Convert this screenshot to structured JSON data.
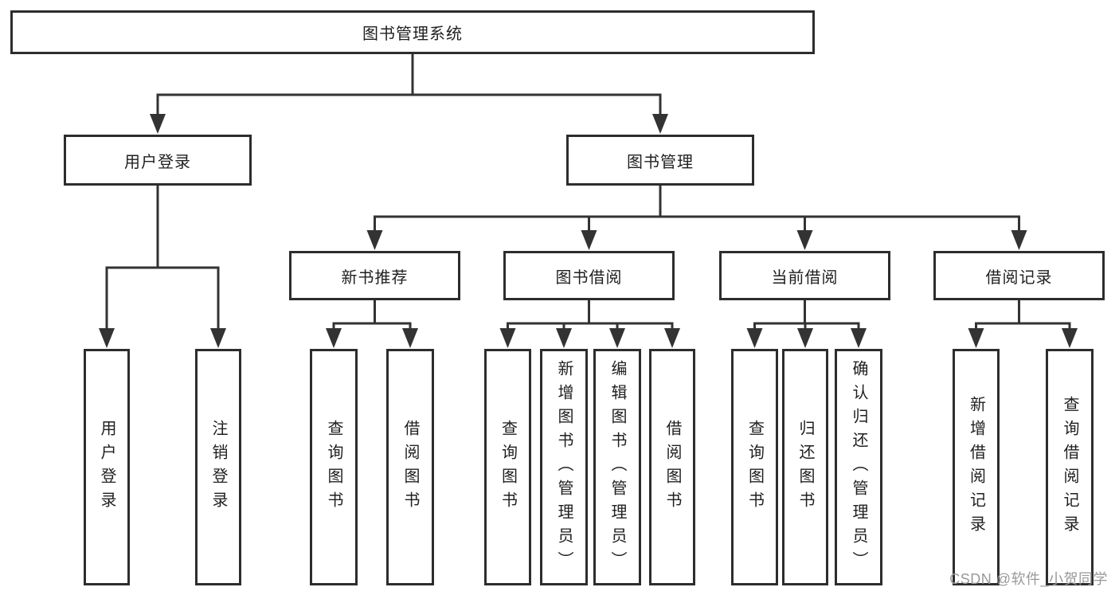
{
  "diagram": {
    "colors": {
      "background": "#ffffff",
      "line": "#333333",
      "box_border": "#2d2d2d",
      "text": "#1f1f1f",
      "watermark": "#999999"
    },
    "nodes": [
      {
        "id": "root",
        "label": "图书管理系统"
      },
      {
        "id": "user-login",
        "label": "用户登录"
      },
      {
        "id": "book-mgmt",
        "label": "图书管理"
      },
      {
        "id": "new-book-rec",
        "label": "新书推荐"
      },
      {
        "id": "book-borrow",
        "label": "图书借阅"
      },
      {
        "id": "current-borrow",
        "label": "当前借阅"
      },
      {
        "id": "borrow-record",
        "label": "借阅记录"
      },
      {
        "id": "leaf-user-login",
        "label": "用户登录"
      },
      {
        "id": "leaf-logout",
        "label": "注销登录"
      },
      {
        "id": "leaf-query-book-1",
        "label": "查询图书"
      },
      {
        "id": "leaf-borrow-book-1",
        "label": "借阅图书"
      },
      {
        "id": "leaf-query-book-2",
        "label": "查询图书"
      },
      {
        "id": "leaf-add-book",
        "label": "新增图书（管理员）"
      },
      {
        "id": "leaf-edit-book",
        "label": "编辑图书（管理员）"
      },
      {
        "id": "leaf-borrow-book-2",
        "label": "借阅图书"
      },
      {
        "id": "leaf-query-book-3",
        "label": "查询图书"
      },
      {
        "id": "leaf-return-book",
        "label": "归还图书"
      },
      {
        "id": "leaf-confirm-return",
        "label": "确认归还（管理员）"
      },
      {
        "id": "leaf-add-record",
        "label": "新增借阅记录"
      },
      {
        "id": "leaf-query-record",
        "label": "查询借阅记录"
      }
    ],
    "edges": [
      {
        "parent": "root",
        "children": [
          "user-login",
          "book-mgmt"
        ]
      },
      {
        "parent": "user-login",
        "children": [
          "leaf-user-login",
          "leaf-logout"
        ]
      },
      {
        "parent": "book-mgmt",
        "children": [
          "new-book-rec",
          "book-borrow",
          "current-borrow",
          "borrow-record"
        ]
      },
      {
        "parent": "new-book-rec",
        "children": [
          "leaf-query-book-1",
          "leaf-borrow-book-1"
        ]
      },
      {
        "parent": "book-borrow",
        "children": [
          "leaf-query-book-2",
          "leaf-add-book",
          "leaf-edit-book",
          "leaf-borrow-book-2"
        ]
      },
      {
        "parent": "current-borrow",
        "children": [
          "leaf-query-book-3",
          "leaf-return-book",
          "leaf-confirm-return"
        ]
      },
      {
        "parent": "borrow-record",
        "children": [
          "leaf-add-record",
          "leaf-query-record"
        ]
      }
    ]
  },
  "watermark": {
    "text": "CSDN @软件_小贺同学"
  }
}
